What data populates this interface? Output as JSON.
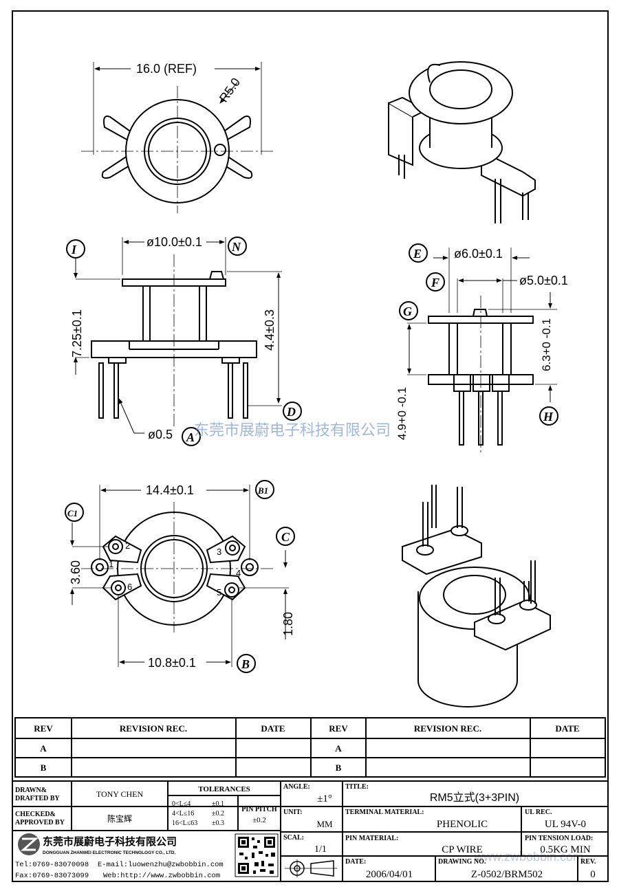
{
  "watermark": "东莞市展蔚电子科技有限公司",
  "watermark_url": "www.zwbobbin.com",
  "views": {
    "top": {
      "width_dim": "16.0 (REF)",
      "radius_dim": "R5.0"
    },
    "front": {
      "top_dim": "ø10.0±0.1",
      "height_dim": "7.25±0.1",
      "flange_dim": "4.4±0.3",
      "pin_dim": "ø0.5",
      "labels": {
        "I": "I",
        "N": "N",
        "D": "D",
        "A": "A"
      }
    },
    "side": {
      "outer_dim": "ø6.0±0.1",
      "inner_dim": "ø5.0±0.1",
      "height_dim": "6.3+0 -0.1",
      "pin_dim": "4.9+0 -0.1",
      "labels": {
        "E": "E",
        "F": "F",
        "G": "G",
        "H": "H"
      }
    },
    "bottom": {
      "width_dim": "14.4±0.1",
      "pitch_dim": "10.8±0.1",
      "row_dim": "3.60",
      "offset_dim": "1.80",
      "labels": {
        "C1": "C1",
        "B1": "B1",
        "C": "C",
        "B": "B"
      },
      "pins": [
        "1",
        "2",
        "3",
        "4",
        "5",
        "6"
      ]
    }
  },
  "revision_table": {
    "headers": [
      "REV",
      "REVISION REC.",
      "DATE",
      "REV",
      "REVISION REC.",
      "DATE"
    ],
    "rows": [
      [
        "A",
        "",
        "",
        "A",
        "",
        ""
      ],
      [
        "B",
        "",
        "",
        "B",
        "",
        ""
      ]
    ]
  },
  "title_block": {
    "drawn_label": "DRAWN&\nDRAFTED BY",
    "drawn_value": "TONY CHEN",
    "checked_label": "CHECKED&\nAPPROVED BY",
    "checked_value": "陈宝辉",
    "tolerances_label": "TOLERANCES",
    "tol_rows": [
      {
        "range": "0<L≤4",
        "tol": "±0.1"
      },
      {
        "range": "4<L≤16",
        "tol": "±0.2"
      },
      {
        "range": "16<L≤63",
        "tol": "±0.3"
      }
    ],
    "pin_pitch_label": "PIN PITCH",
    "pin_pitch_value": "±0.2",
    "angle_label": "ANGLE:",
    "angle_value": "±1°",
    "unit_label": "UNIT:",
    "unit_value": "MM",
    "scale_label": "SCAL:",
    "scale_value": "1/1",
    "title_label": "TITLE:",
    "title_value": "RM5立式(3+3PIN)",
    "terminal_label": "TERMINAL MATERIAL:",
    "terminal_value": "PHENOLIC",
    "ul_label": "UL REC.",
    "ul_value": "UL 94V-0",
    "pin_material_label": "PIN MATERIAL:",
    "pin_material_value": "CP WIRE",
    "tension_label": "PIN TENSION LOAD:",
    "tension_value": "0.5KG MIN",
    "date_label": "DATE:",
    "date_value": "2006/04/01",
    "drawing_label": "DRAWING NO.",
    "drawing_value": "Z-0502/BRM502",
    "rev_label": "REV.",
    "rev_value": "0",
    "company_cn": "东莞市展蔚电子科技有限公司",
    "company_en": "DONGGUAN ZHANWEI ELECTRONIC TECHNOLOGY CO., LTD.",
    "tel": "Tel:0769-83070098",
    "email": "E-mail:luowenzhu@zwbobbin.com",
    "fax": "Fax:0769-83073099",
    "web": "Web:http://www.zwbobbin.com"
  }
}
